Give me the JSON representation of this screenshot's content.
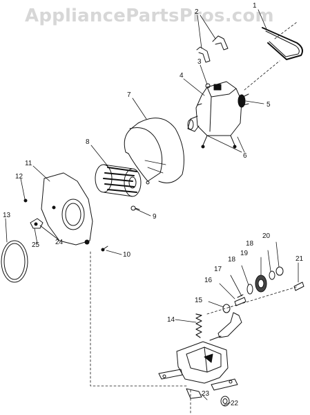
{
  "watermark": "AppliancePartsPros.com",
  "callouts": [
    {
      "num": "1",
      "part": "drive-belt"
    },
    {
      "num": "2",
      "part": "motor-clips"
    },
    {
      "num": "3",
      "part": "motor-screw"
    },
    {
      "num": "4",
      "part": "drive-motor"
    },
    {
      "num": "5",
      "part": "motor-pulley"
    },
    {
      "num": "6",
      "part": "motor-mount"
    },
    {
      "num": "7",
      "part": "blower-housing"
    },
    {
      "num": "8",
      "part": "blower-wheel"
    },
    {
      "num": "9",
      "part": "housing-screw"
    },
    {
      "num": "10",
      "part": "blower-screw"
    },
    {
      "num": "11",
      "part": "blower-cover-plate"
    },
    {
      "num": "12",
      "part": "cover-screw"
    },
    {
      "num": "13",
      "part": "blower-seal-ring"
    },
    {
      "num": "14",
      "part": "idler-spring"
    },
    {
      "num": "15",
      "part": "idler-nut"
    },
    {
      "num": "16",
      "part": "idler-pin"
    },
    {
      "num": "17",
      "part": "idler-shaft"
    },
    {
      "num": "18",
      "part": "idler-washer"
    },
    {
      "num": "18",
      "part": "idler-washer"
    },
    {
      "num": "19",
      "part": "idler-pulley"
    },
    {
      "num": "20",
      "part": "pulley-nut"
    },
    {
      "num": "21",
      "part": "idler-bolt"
    },
    {
      "num": "22",
      "part": "bracket-nut"
    },
    {
      "num": "23",
      "part": "idler-bracket"
    },
    {
      "num": "24",
      "part": "blower-cover-clip"
    },
    {
      "num": "25",
      "part": "clip-screw"
    }
  ]
}
